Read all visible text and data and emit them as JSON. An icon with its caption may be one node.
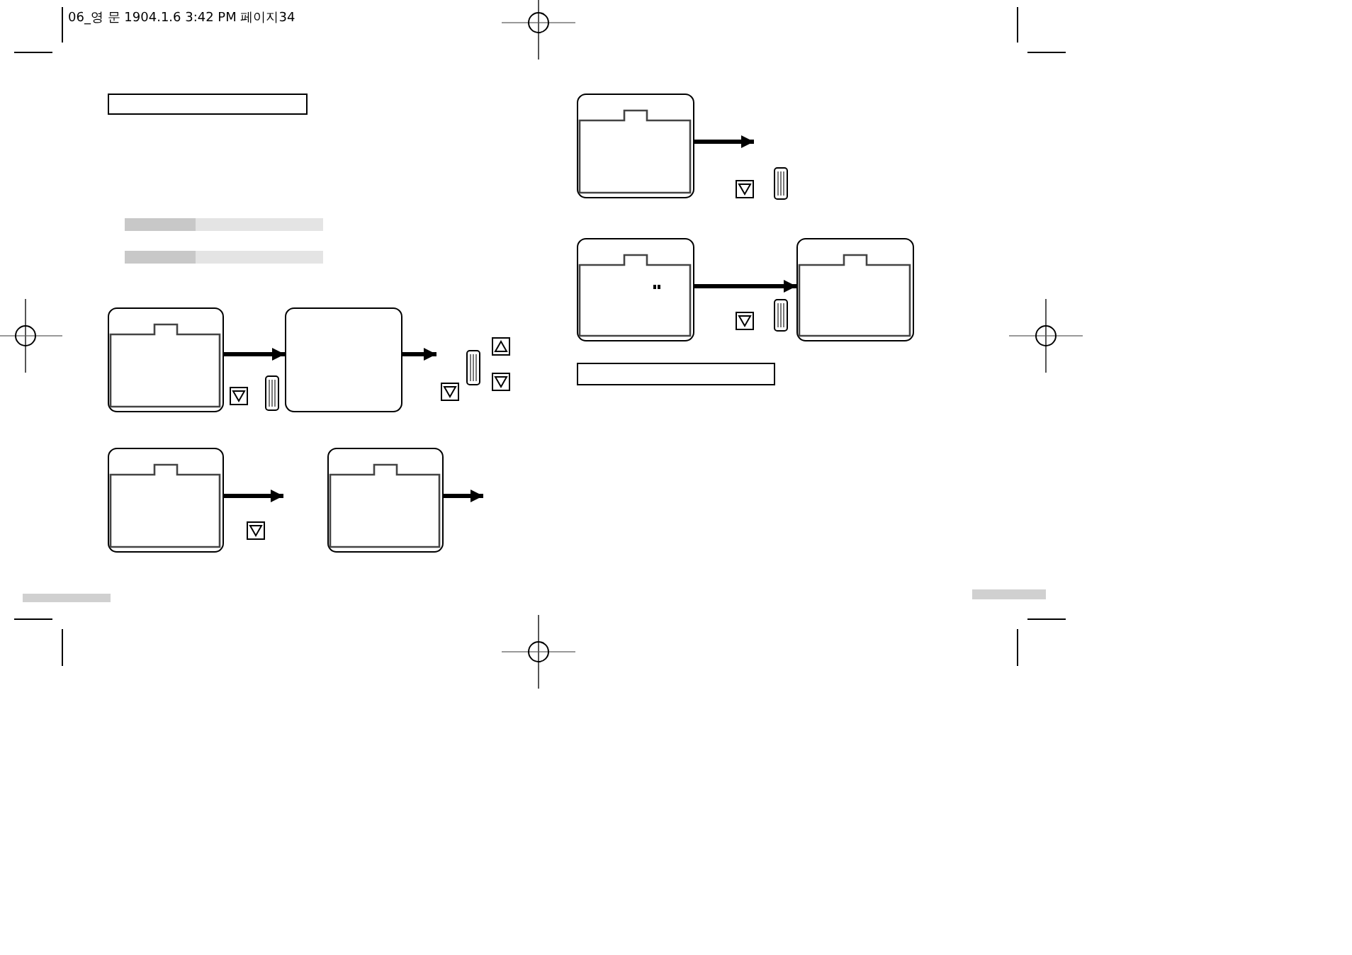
{
  "diagram": {
    "nodes": [
      {
        "text": [],
        "shape": "box"
      },
      {
        "text": [],
        "shape": "box"
      },
      {
        "text": [],
        "shape": "box"
      },
      {
        "text": [],
        "shape": "box"
      },
      {
        "text": [],
        "shape": "box"
      },
      {
        "text": [],
        "shape": "box"
      },
      {
        "text": [],
        "shape": "box"
      }
    ],
    "edges": [
      {
        "from": 0,
        "to": 1,
        "arrow": "to"
      },
      {
        "from": 1,
        "to": null,
        "arrow": "to"
      },
      {
        "from": 2,
        "to": null,
        "arrow": "to"
      },
      {
        "from": 3,
        "to": null,
        "arrow": "to"
      },
      {
        "from": 4,
        "to": null,
        "arrow": "to"
      },
      {
        "from": 5,
        "to": 6,
        "arrow": "to"
      }
    ],
    "labels": [
      "06_영 문 1904.1.6 3:42 PM 페이지34"
    ]
  }
}
